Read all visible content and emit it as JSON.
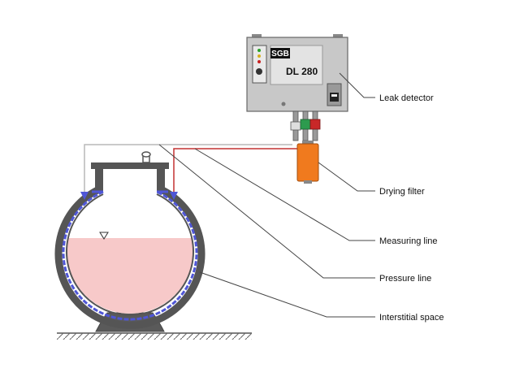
{
  "device": {
    "brand": "SGB",
    "model": "DL 280"
  },
  "labels": {
    "leak_detector": "Leak detector",
    "drying_filter": "Drying filter",
    "measuring_line": "Measuring line",
    "pressure_line": "Pressure line",
    "interstitial_space": "Interstitial space"
  },
  "colors": {
    "liquid": "#f7c9c9",
    "interstitial": "#4f56d6",
    "tank_wall": "#555555",
    "filter": "#f07a1e",
    "measuring_line": "#c33232",
    "pressure_line": "#b9b9b9",
    "housing": "#c8c8c8"
  }
}
